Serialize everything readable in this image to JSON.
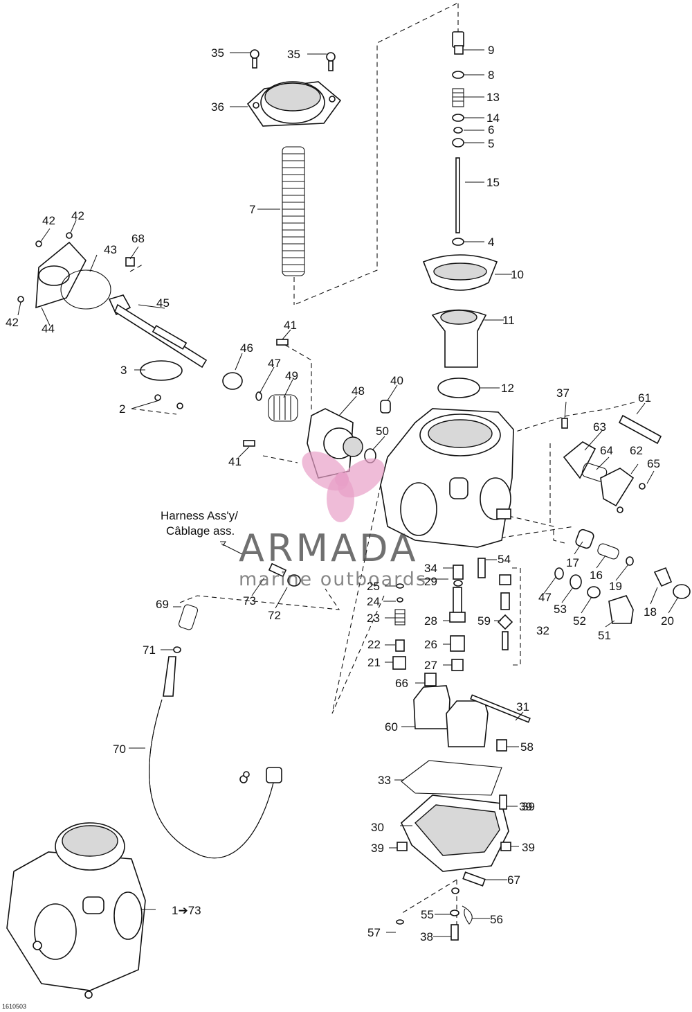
{
  "diagram": {
    "figure_code": "1610503",
    "harness_label_en": "Harness Ass'y/",
    "harness_label_fr": "Câblage ass.",
    "assembly_reference": "1➔73"
  },
  "watermark": {
    "brand": "ARMADA",
    "tagline": "marine outboards",
    "logo_color": "#e8a0c8"
  },
  "callouts": [
    "1➔73",
    "2",
    "3",
    "4",
    "5",
    "6",
    "7",
    "8",
    "9",
    "10",
    "11",
    "12",
    "13",
    "14",
    "15",
    "16",
    "17",
    "18",
    "19",
    "20",
    "21",
    "22",
    "23",
    "24",
    "25",
    "26",
    "27",
    "28",
    "29",
    "30",
    "31",
    "32",
    "33",
    "34",
    "35",
    "35",
    "36",
    "37",
    "38",
    "39",
    "39",
    "39",
    "39",
    "40",
    "41",
    "41",
    "42",
    "42",
    "42",
    "43",
    "44",
    "45",
    "46",
    "47",
    "47",
    "48",
    "49",
    "50",
    "51",
    "52",
    "53",
    "54",
    "55",
    "56",
    "57",
    "58",
    "59",
    "60",
    "61",
    "62",
    "63",
    "64",
    "65",
    "66",
    "67",
    "68",
    "69",
    "70",
    "71",
    "72",
    "73"
  ]
}
